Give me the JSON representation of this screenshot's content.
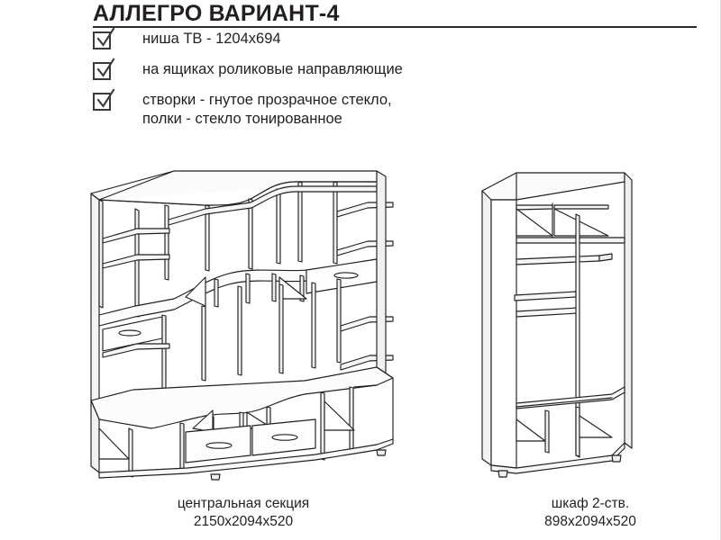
{
  "document": {
    "title": "АЛЛЕГРО ВАРИАНТ-4"
  },
  "features": [
    {
      "checked": true,
      "text": "ниша ТВ - 1204х694"
    },
    {
      "checked": true,
      "text": "на ящиках роликовые направляющие"
    },
    {
      "checked": true,
      "text": "створки - гнутое прозрачное стекло,\nполки - стекло тонированное"
    }
  ],
  "drawings": [
    {
      "id": "central-unit",
      "caption_name": "центральная секция",
      "caption_dims": "2150x2094x520"
    },
    {
      "id": "wardrobe-unit",
      "caption_name": "шкаф 2-ств.",
      "caption_dims": "898x2094x520"
    }
  ],
  "colors": {
    "line": "#231f20",
    "fill": "#ffffff",
    "text": "#231f20",
    "shade": "#f2f2f2"
  }
}
